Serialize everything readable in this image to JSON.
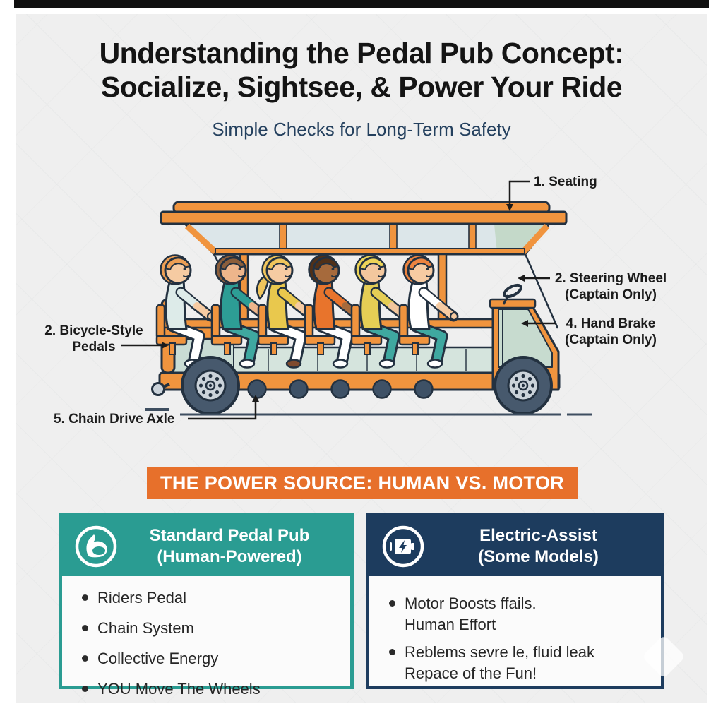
{
  "header": {
    "title_line1": "Understanding the Pedal Pub Concept:",
    "title_line2": "Socialize, Sightsee, & Power Your Ride",
    "subtitle": "Simple Checks for Long-Term Safety"
  },
  "diagram": {
    "labels": {
      "seating": "1. Seating",
      "steering_wheel_line1": "2. Steering Wheel",
      "steering_wheel_line2": "(Captain Only)",
      "hand_brake_line1": "4. Hand Brake",
      "hand_brake_line2": "(Captain Only)",
      "bicycle_pedals_line1": "2. Bicycle-Style",
      "bicycle_pedals_line2": "Pedals",
      "chain_drive_axle": "5. Chain Drive Axle"
    }
  },
  "banner": {
    "title": "THE POWER SOURCE: HUMAN VS. MOTOR"
  },
  "cards": {
    "standard_pedal_pub": {
      "icon": "bicep-flex-icon",
      "title_line1": "Standard Pedal Pub",
      "title_line2": "(Human-Powered)",
      "bullets": [
        {
          "line1": "Riders Pedal"
        },
        {
          "line1": "Chain System"
        },
        {
          "line1": "Collective Energy"
        },
        {
          "line1": "YOU Move The Wheels"
        }
      ]
    },
    "electric_assist": {
      "icon": "battery-bolt-icon",
      "title_line1": "Electric-Assist",
      "title_line2": "(Some Models)",
      "bullets": [
        {
          "line1": "Motor Boosts ffails.",
          "line2": "Human Effort"
        },
        {
          "line1": "Reblems sevre le, fluid leak",
          "line2": "Repace of the Fun!"
        }
      ]
    }
  },
  "colors": {
    "banner_orange": "#E7702B",
    "vehicle_orange": "#F0943E",
    "teal": "#2A9C92",
    "navy": "#1D3C5E",
    "subtitle_navy": "#24405E",
    "panel_bg": "#EFEFEF"
  }
}
